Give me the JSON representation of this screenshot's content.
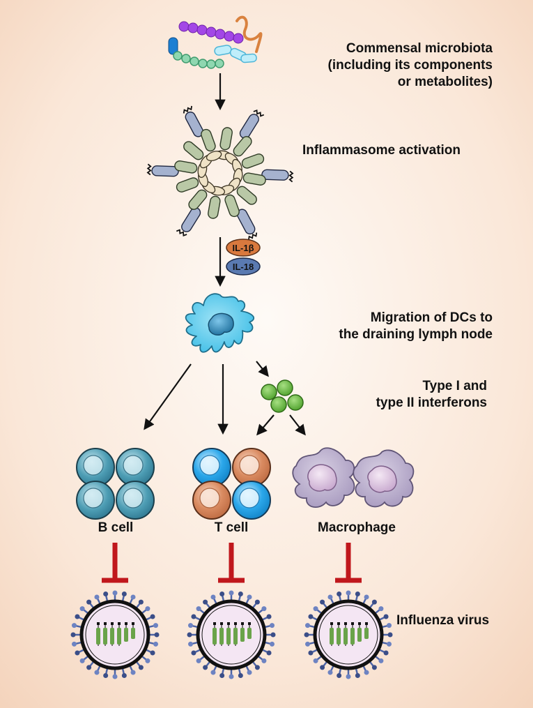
{
  "labels": {
    "microbiota_line1": "Commensal microbiota",
    "microbiota_line2": "(including its components",
    "microbiota_line3": "or metabolites)",
    "inflammasome": "Inflammasome activation",
    "migration_line1": "Migration  of DCs to",
    "migration_line2": "the draining lymph node",
    "interferons_line1": "Type I and",
    "interferons_line2": "type II interferons",
    "b_cell": "B cell",
    "t_cell": "T cell",
    "macrophage": "Macrophage",
    "virus": "Influenza virus"
  },
  "cytokines": {
    "il1b": "IL-1β",
    "il18": "IL-18"
  },
  "colors": {
    "bg_edge": "#f7d7bf",
    "bg_center": "#fdf4ee",
    "b_cell": "#3f8ea6",
    "t_cell_blue": "#1a9be0",
    "t_cell_orange": "#d6825a",
    "macrophage": "#b8acc9",
    "interferon": "#5fb53c",
    "dc": "#4fc7e8",
    "virus_fill": "#f2e4f0",
    "virus_spike": "#4d64a6",
    "inhibit": "#c0171c",
    "il1b": "#d9793e",
    "il18": "#5a7ab1"
  }
}
